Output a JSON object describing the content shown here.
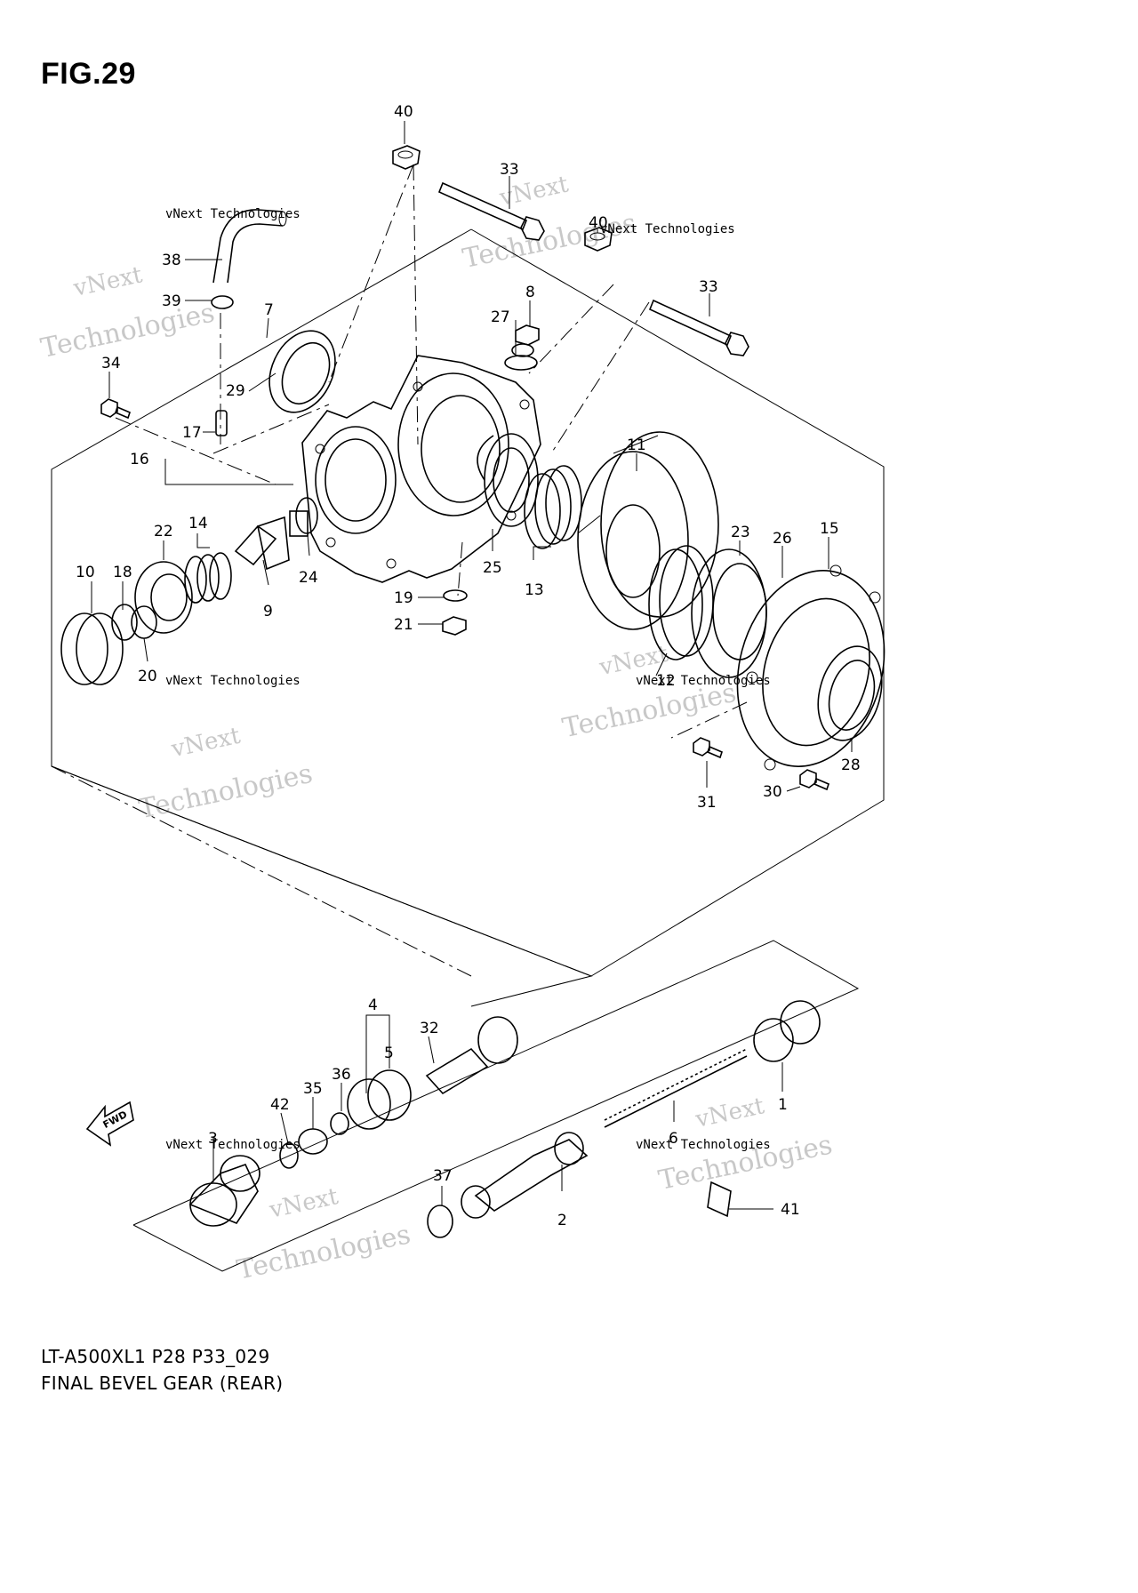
{
  "figure": {
    "title": "FIG.29",
    "model_code": "LT-A500XL1 P28 P33_029",
    "name": "FINAL BEVEL GEAR (REAR)"
  },
  "watermark": {
    "text_1": "vNext",
    "text_2": "Technologies",
    "small": "vNext Technologies"
  },
  "fwd_arrow_label": "FWD",
  "callouts": [
    "40",
    "33",
    "40",
    "33",
    "38",
    "39",
    "7",
    "8",
    "27",
    "34",
    "29",
    "17",
    "16",
    "11",
    "14",
    "22",
    "10",
    "18",
    "9",
    "24",
    "25",
    "13",
    "23",
    "26",
    "15",
    "19",
    "21",
    "20",
    "12",
    "28",
    "31",
    "30",
    "4",
    "32",
    "5",
    "36",
    "35",
    "42",
    "1",
    "6",
    "3",
    "37",
    "2",
    "41"
  ]
}
